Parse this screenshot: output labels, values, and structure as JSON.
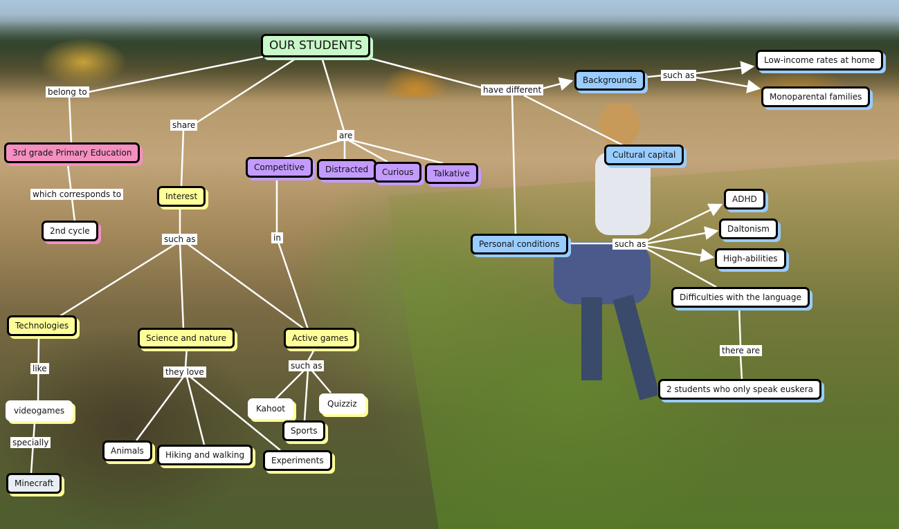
{
  "root": "OUR STUDENTS",
  "links": {
    "belong_to": "belong to",
    "which_corresponds_to": "which corresponds to",
    "share": "share",
    "such_as_interest": "such as",
    "like": "like",
    "specially": "specially",
    "they_love": "they love",
    "such_as_games": "such as",
    "are": "are",
    "in": "in",
    "have_different": "have different",
    "such_as_backgrounds": "such as",
    "such_as_conditions": "such as",
    "there_are": "there are"
  },
  "nodes": {
    "grade": "3rd grade Primary Education",
    "cycle": "2nd cycle",
    "interest": "Interest",
    "technologies": "Technologies",
    "science": "Science and nature",
    "active_games": "Active games",
    "videogames": "videogames",
    "minecraft": "Minecraft",
    "animals": "Animals",
    "hiking": "Hiking and walking",
    "experiments": "Experiments",
    "kahoot": "Kahoot",
    "quizziz": "Quizziz",
    "sports": "Sports",
    "competitive": "Competitive",
    "distracted": "Distracted",
    "curious": "Curious",
    "talkative": "Talkative",
    "backgrounds": "Backgrounds",
    "low_income": "Low-income rates at home",
    "monoparental": "Monoparental families",
    "cultural": "Cultural capital",
    "personal": "Personal conditions",
    "adhd": "ADHD",
    "daltonism": "Daltonism",
    "high": "High-abilities",
    "language": "Difficulties with the language",
    "euskera": "2 students who only speak euskera"
  },
  "colors": {
    "root": "#c8f8c8",
    "grade": "#f48fc0",
    "interest": "#ffff99",
    "traits": "#c39bff",
    "backgrounds": "#99ccff"
  }
}
